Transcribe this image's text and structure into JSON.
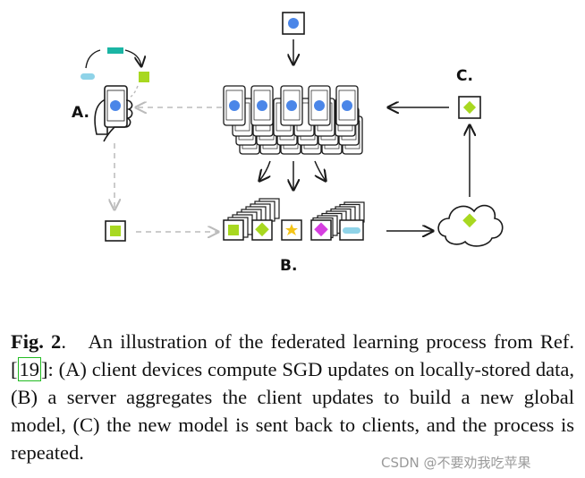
{
  "diagram": {
    "label_a": "A.",
    "label_b": "B.",
    "label_c": "C.",
    "colors": {
      "device_blue": "#4b86e8",
      "update_green": "#a8d820",
      "teal": "#1bb5a4",
      "light_blue": "#8fd3e8",
      "yellow": "#f5c518",
      "magenta": "#d63fe0",
      "stroke": "#1a1a1a",
      "dashed_arrow": "#bbbbbb"
    }
  },
  "caption": {
    "fig_label": "Fig. 2",
    "sep": ".",
    "text_before_ref": "An illustration of the federated learning process from Ref. [",
    "ref": "19",
    "text_after_ref": "]: (A) client devices compute SGD updates on locally-stored data, (B) a server aggregates the client updates to build a new global model, (C) the new model is sent back to clients, and the process is repeated."
  },
  "watermark": "CSDN @不要劝我吃苹果"
}
